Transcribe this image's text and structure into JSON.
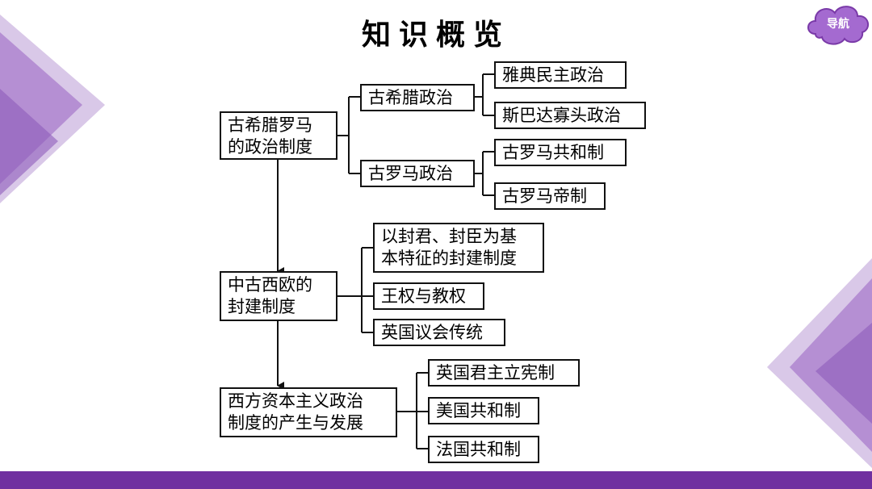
{
  "slide": {
    "title": "知识概览",
    "nav_label": "导航"
  },
  "colors": {
    "accent_purple": "#7030a0",
    "light_purple": "#c9b3dc",
    "mid_purple": "#9a6cc0",
    "nav_purple": "#a46ad0"
  },
  "diagram": {
    "greek_roman": "古希腊罗马\n的政治制度",
    "ancient_greek": "古希腊政治",
    "athens": "雅典民主政治",
    "sparta": "斯巴达寡头政治",
    "ancient_rome": "古罗马政治",
    "roman_republic": "古罗马共和制",
    "roman_empire": "古罗马帝制",
    "medieval": "中古西欧的\n封建制度",
    "feudal_basis": "以封君、封臣为基\n本特征的封建制度",
    "royal_church": "王权与教权",
    "parliament": "英国议会传统",
    "capitalist": "西方资本主义政治\n制度的产生与发展",
    "uk_monarchy": "英国君主立宪制",
    "us_republic": "美国共和制",
    "fr_republic": "法国共和制"
  }
}
